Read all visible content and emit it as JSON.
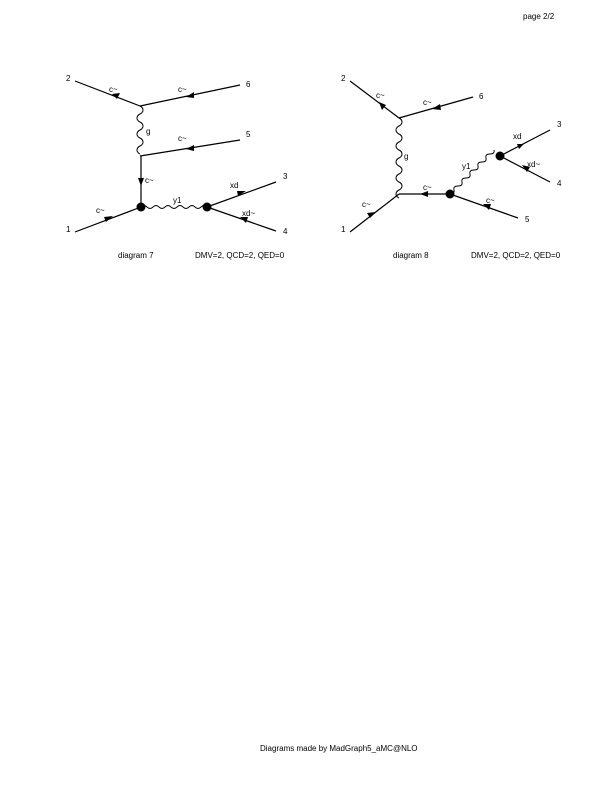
{
  "page_label": "page 2/2",
  "footer": "Diagrams made by MadGraph5_aMC@NLO",
  "diagrams": [
    {
      "caption": "diagram 7",
      "couplings": "DMV=2, QCD=2, QED=0",
      "external_labels": [
        "1",
        "2",
        "3",
        "4",
        "5",
        "6"
      ],
      "particle_labels": {
        "p1_line": "c~",
        "p2_line": "c~",
        "p6_line": "c~",
        "p5_line": "c~",
        "gluon": "g",
        "t_channel": "c~",
        "mediator": "y1",
        "p3_line": "xd",
        "p4_line": "xd~"
      }
    },
    {
      "caption": "diagram 8",
      "couplings": "DMV=2, QCD=2, QED=0",
      "external_labels": [
        "1",
        "2",
        "3",
        "4",
        "5",
        "6"
      ],
      "particle_labels": {
        "p1_line": "c~",
        "p2_line": "c~",
        "p6_line": "c~",
        "p5_line": "c~",
        "gluon": "g",
        "internal_quark": "c~",
        "mediator": "y1",
        "p3_line": "xd",
        "p4_line": "xd~"
      }
    }
  ]
}
